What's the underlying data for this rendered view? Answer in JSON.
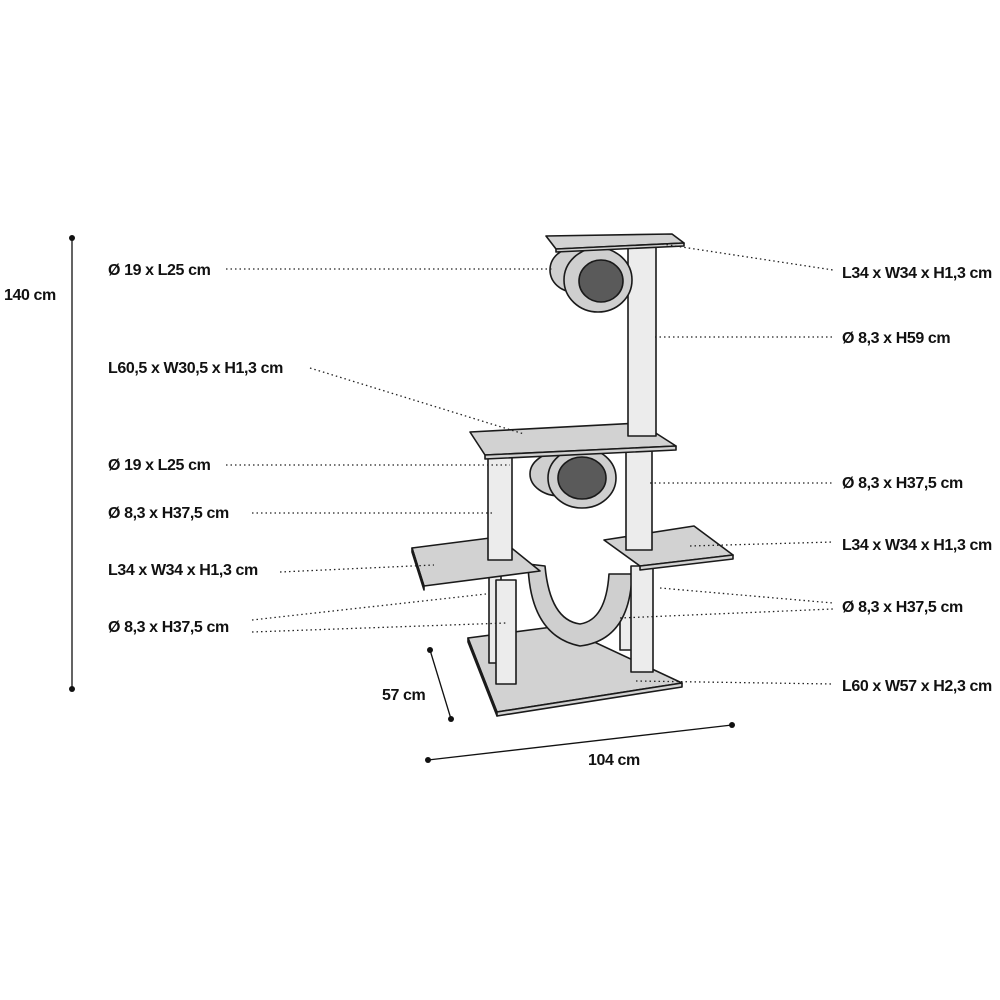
{
  "colors": {
    "board": "#d2d2d2",
    "post": "#ececec",
    "tube_outer": "#cfcfcf",
    "tube_inner": "#5a5a5a",
    "line": "#111111"
  },
  "dimensions": {
    "height": "140 cm",
    "width": "104 cm",
    "depth": "57 cm"
  },
  "labels_left": [
    "Ø 19 x L25 cm",
    "L60,5 x W30,5 x H1,3 cm",
    "Ø 19 x L25 cm",
    "Ø 8,3 x H37,5 cm",
    "L34 x W34 x H1,3 cm",
    "Ø 8,3 x H37,5 cm"
  ],
  "labels_right": [
    "L34 x W34 x H1,3 cm",
    "Ø 8,3 x H59 cm",
    "Ø 8,3 x H37,5 cm",
    "L34 x W34 x H1,3 cm",
    "Ø 8,3 x H37,5 cm",
    "L60 x W57 x H2,3 cm"
  ]
}
